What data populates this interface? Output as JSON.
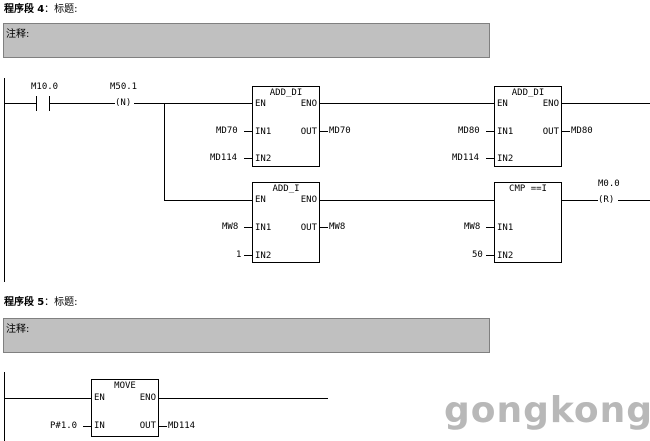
{
  "network4": {
    "header_label": "程序段",
    "number": "4",
    "title_suffix": "：标题:",
    "comment_label": "注释:",
    "contact1_addr": "M10.0",
    "contact2_addr": "M50.1",
    "contact2_symbol": "(N)",
    "add_di_1": {
      "name": "ADD_DI",
      "en": "EN",
      "eno": "ENO",
      "in1": "IN1",
      "in2": "IN2",
      "out": "OUT",
      "in1_val": "MD70",
      "in2_val": "MD114",
      "out_val": "MD70"
    },
    "add_di_2": {
      "name": "ADD_DI",
      "en": "EN",
      "eno": "ENO",
      "in1": "IN1",
      "in2": "IN2",
      "out": "OUT",
      "in1_val": "MD80",
      "in2_val": "MD114",
      "out_val": "MD80"
    },
    "add_i": {
      "name": "ADD_I",
      "en": "EN",
      "eno": "ENO",
      "in1": "IN1",
      "in2": "IN2",
      "out": "OUT",
      "in1_val": "MW8",
      "in2_val": "1",
      "out_val": "MW8"
    },
    "cmp": {
      "name": "CMP ==I",
      "in1": "IN1",
      "in2": "IN2",
      "in1_val": "MW8",
      "in2_val": "50"
    },
    "coil_addr": "M0.0",
    "coil_symbol": "(R)"
  },
  "network5": {
    "header_label": "程序段",
    "number": "5",
    "title_suffix": "：标题:",
    "comment_label": "注释:",
    "move": {
      "name": "MOVE",
      "en": "EN",
      "eno": "ENO",
      "in": "IN",
      "out": "OUT",
      "in_val": "P#1.0",
      "out_val": "MD114"
    }
  },
  "watermark": "gongkong"
}
